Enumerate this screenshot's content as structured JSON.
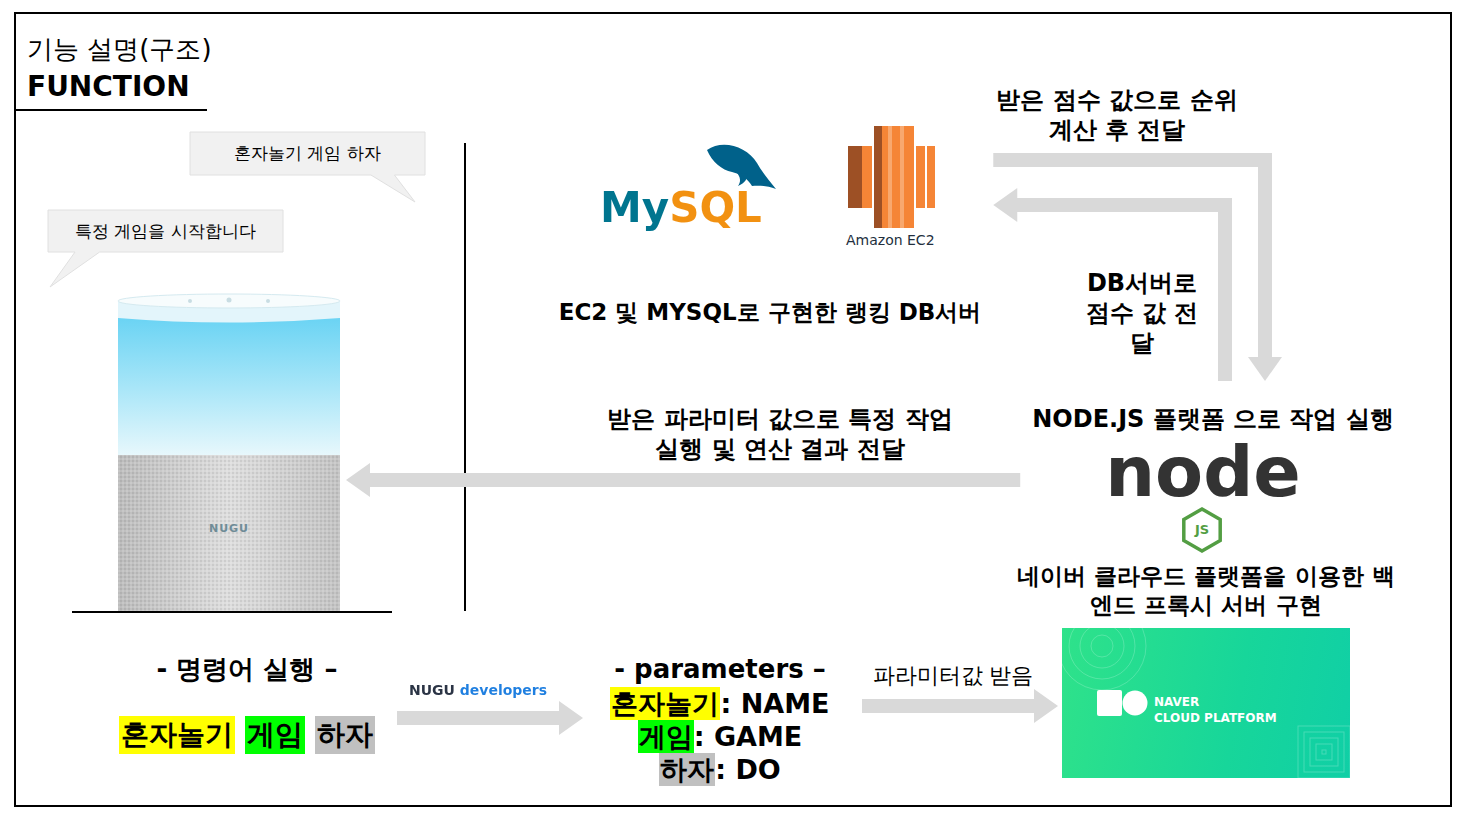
{
  "diagram": {
    "title": "기능 설명(구조)",
    "nodes": [
      {
        "text": [
          "혼자놀기 게임 하자"
        ]
      },
      {
        "text": [
          "특정 게임을 시작합니다"
        ]
      },
      {
        "text": [
          "NUGU"
        ]
      },
      {
        "text": [
          "MySQL",
          "Amazon EC2",
          "EC2 및 MYSQL로 구현한 랭킹 DB서버"
        ]
      },
      {
        "text": [
          "NODE.JS 플랫폼 으로 작업 실행",
          "node",
          "JS"
        ]
      },
      {
        "text": [
          "네이버 클라우드 플랫폼을 이용한 백 엔드 프록시 서버 구현",
          "NAVER",
          "CLOUD PLATFORM"
        ]
      },
      {
        "text": [
          "- 명령어 실행 –"
        ]
      },
      {
        "text": [
          "혼자놀기"
        ],
        "in": 6
      },
      {
        "text": [
          "게임"
        ],
        "in": 6
      },
      {
        "text": [
          "하자"
        ],
        "in": 6
      },
      {
        "text": [
          "- parameters –"
        ]
      },
      {
        "text": [
          "혼자놀기",
          ": NAME"
        ],
        "in": 10
      },
      {
        "text": [
          "게임",
          ": GAME"
        ],
        "in": 10
      },
      {
        "text": [
          "하자",
          ": DO"
        ],
        "in": 10
      }
    ],
    "edges": [
      {
        "from": 3,
        "to": 4,
        "arrow": "to",
        "label": "받은 점수 값으로 순위 계산 후 전달"
      },
      {
        "from": 4,
        "to": 3,
        "arrow": "to",
        "label": "DB서버로 점수 값 전달"
      },
      {
        "from": 4,
        "to": 2,
        "arrow": "to",
        "label": "받은 파라미터 값으로 특정 작업 실행 및 연산 결과 전달"
      },
      {
        "from": 6,
        "to": 10,
        "arrow": "to",
        "label": "NUGU developers"
      },
      {
        "from": 10,
        "to": 5,
        "arrow": "to",
        "label": "파라미터값 받음"
      }
    ],
    "labels": [
      "FUNCTION"
    ]
  }
}
